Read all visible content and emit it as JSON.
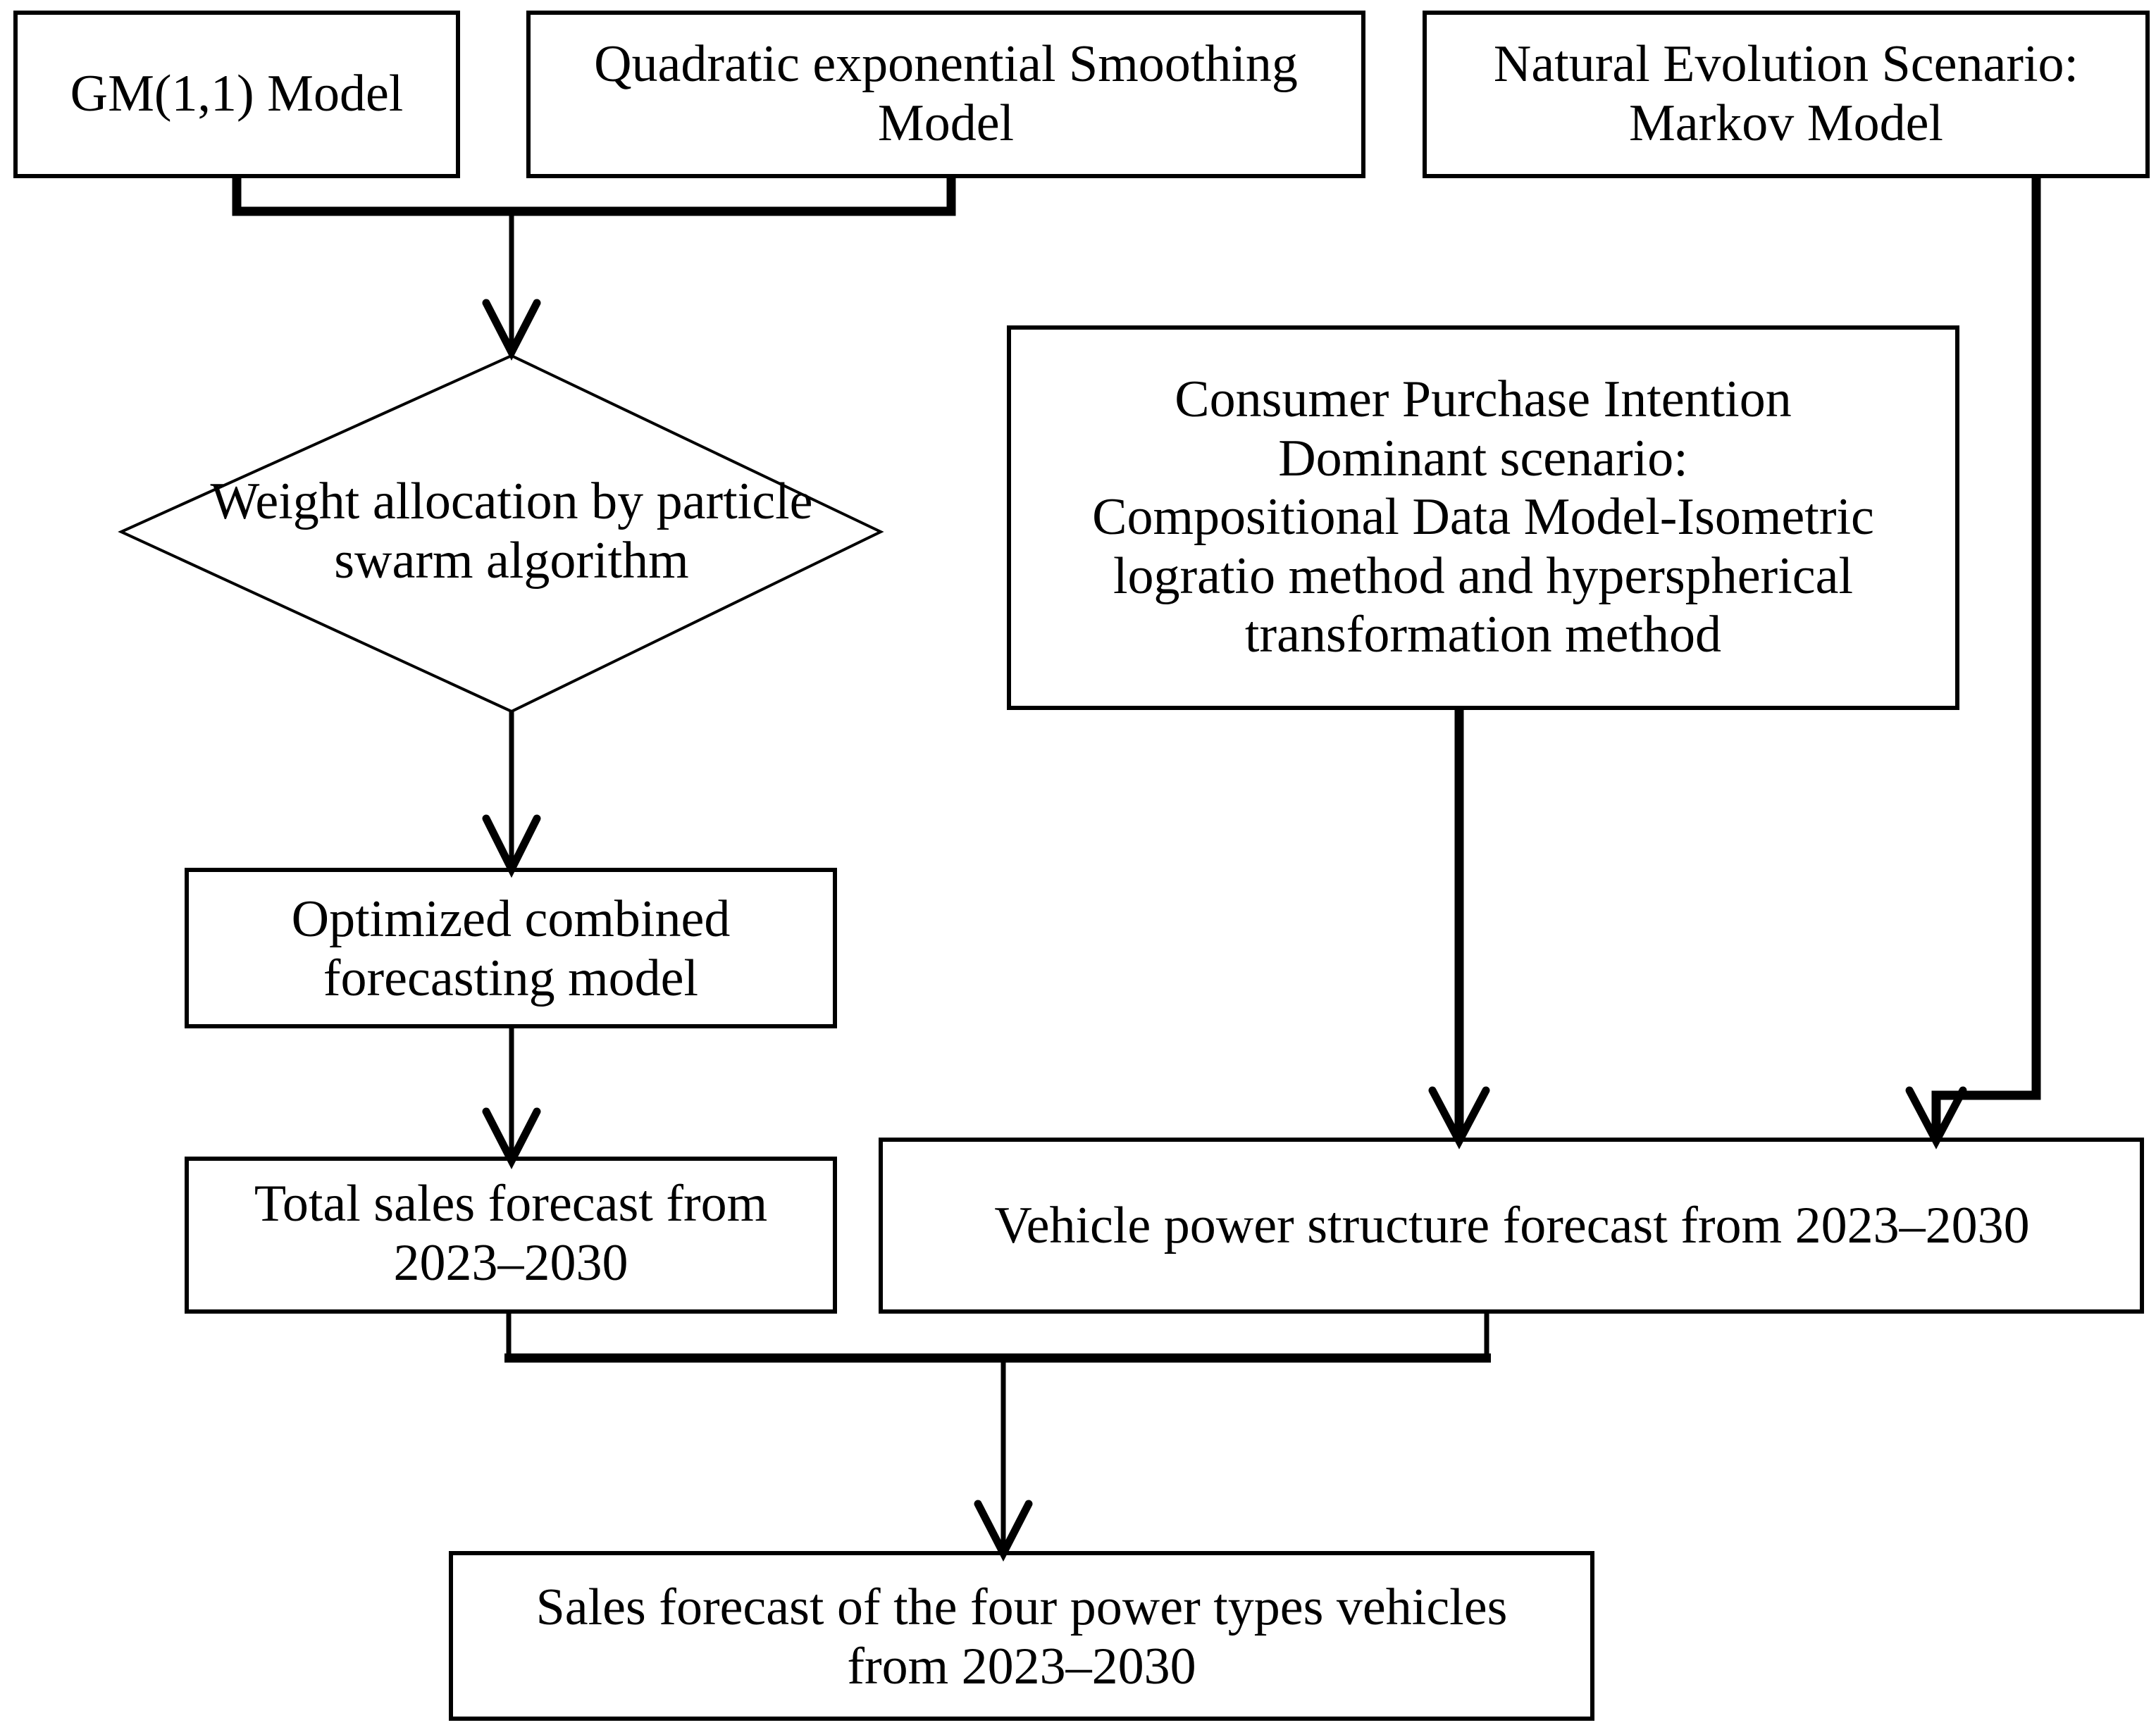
{
  "diagram": {
    "title": "Vehicle sales forecasting methodology flowchart",
    "background_color": "#ffffff",
    "line_color": "#000000",
    "text_color": "#000000"
  },
  "nodes": {
    "gm_model": {
      "label": "GM(1,1) Model",
      "shape": "rectangle"
    },
    "quadratic_model": {
      "label": "Quadratic exponential Smoothing\nModel",
      "shape": "rectangle"
    },
    "markov_model": {
      "label": "Natural Evolution Scenario:\nMarkov Model",
      "shape": "rectangle"
    },
    "weight_allocation": {
      "label": "Weight allocation by particle\nswarm algorithm",
      "shape": "diamond"
    },
    "consumer_intention": {
      "label": "Consumer Purchase Intention\nDominant scenario:\nCompositional Data Model-Isometric\nlogratio method and hyperspherical\ntransformation method",
      "shape": "rectangle"
    },
    "optimized_model": {
      "label": "Optimized combined\nforecasting model",
      "shape": "rectangle"
    },
    "total_sales_forecast": {
      "label": "Total sales forecast from\n2023–2030",
      "shape": "rectangle"
    },
    "vehicle_power_forecast": {
      "label": "Vehicle power structure forecast from 2023–2030",
      "shape": "rectangle"
    },
    "sales_forecast_four_types": {
      "label": "Sales forecast of the four power types vehicles\nfrom 2023–2030",
      "shape": "rectangle"
    }
  },
  "edges": [
    {
      "from": "gm_model",
      "to": "weight_allocation",
      "style": "orthogonal-merge-arrow"
    },
    {
      "from": "quadratic_model",
      "to": "weight_allocation",
      "style": "orthogonal-merge-arrow"
    },
    {
      "from": "weight_allocation",
      "to": "optimized_model",
      "style": "straight-arrow"
    },
    {
      "from": "optimized_model",
      "to": "total_sales_forecast",
      "style": "straight-arrow"
    },
    {
      "from": "consumer_intention",
      "to": "vehicle_power_forecast",
      "style": "straight-arrow"
    },
    {
      "from": "markov_model",
      "to": "vehicle_power_forecast",
      "style": "orthogonal-arrow"
    },
    {
      "from": "total_sales_forecast",
      "to": "sales_forecast_four_types",
      "style": "orthogonal-merge-arrow"
    },
    {
      "from": "vehicle_power_forecast",
      "to": "sales_forecast_four_types",
      "style": "orthogonal-merge-arrow"
    }
  ]
}
